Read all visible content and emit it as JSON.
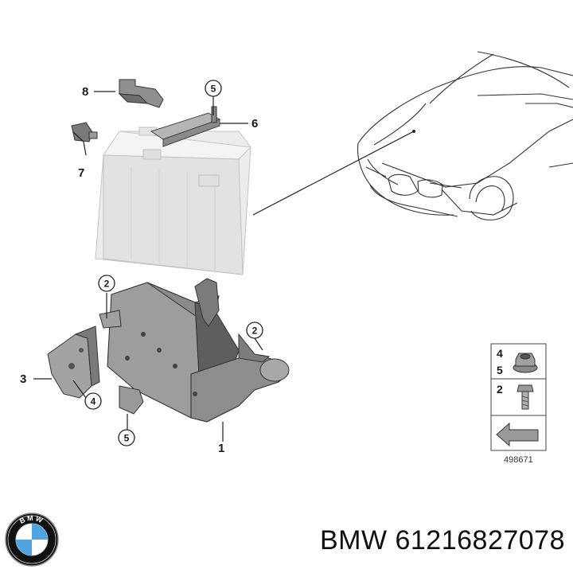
{
  "diagram": {
    "callouts": {
      "c1": "1",
      "c3": "3",
      "c6": "6",
      "c7": "7",
      "c8": "8"
    },
    "circled": {
      "top5": "5",
      "left2": "2",
      "right2": "2",
      "bottom4": "4",
      "bottom5": "5"
    },
    "legend": {
      "n4": "4",
      "n5": "5",
      "n2": "2"
    },
    "reference_number": "498671"
  },
  "brand": {
    "logo_letters": "BMW",
    "caption": "BMW 61216827078"
  },
  "colors": {
    "line": "#222222",
    "battery_fill": "#e6e6e6",
    "bracket_fill": "#9a9a9a",
    "bracket_dark": "#555555",
    "logo_blue": "#4fa3e0"
  }
}
